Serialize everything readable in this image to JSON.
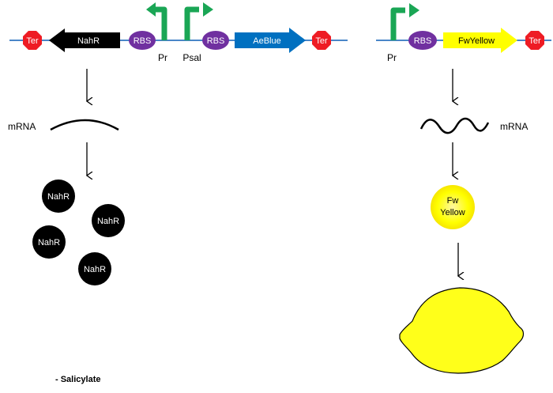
{
  "colors": {
    "backbone": "#4a86c8",
    "terminator": "#ee1c24",
    "rbs": "#7030a0",
    "promoter_arrow": "#1aa655",
    "nahr": "#000000",
    "aeblue": "#0070c0",
    "fwyellow": "#ffff00",
    "lemon": "#ffff1a",
    "glow": "#fff200"
  },
  "left_construct": {
    "ter_left": "Ter",
    "nahr_gene": "NahR",
    "rbs_1": "RBS",
    "promoter_pr": "Pr",
    "promoter_psal": "Psal",
    "rbs_2": "RBS",
    "aeblue_gene": "AeBlue",
    "ter_right": "Ter",
    "mrna_label": "mRNA",
    "proteins": [
      "NahR",
      "NahR",
      "NahR",
      "NahR"
    ],
    "condition": "- Salicylate"
  },
  "right_construct": {
    "promoter_pr": "Pr",
    "rbs": "RBS",
    "fwyellow_gene": "FwYellow",
    "ter": "Ter",
    "mrna_label": "mRNA",
    "protein_line1": "Fw",
    "protein_line2": "Yellow"
  }
}
